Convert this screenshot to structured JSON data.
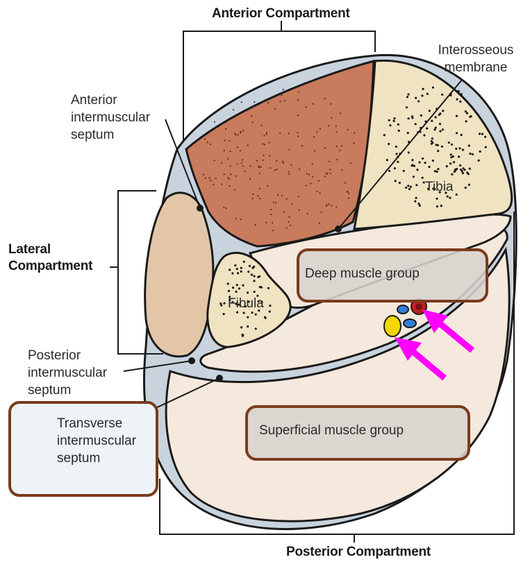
{
  "labels": {
    "anterior_compartment": "Anterior Compartment",
    "posterior_compartment": "Posterior Compartment",
    "lateral_compartment": "Lateral\nCompartment",
    "interosseous_membrane": "Interosseous\nmembrane",
    "anterior_septum": "Anterior\nintermuscular\nseptum",
    "posterior_septum": "Posterior\nintermuscular\nseptum",
    "transverse_septum": "Transverse\nintermuscular\nseptum",
    "tibia": "Tibia",
    "fibula": "Fibula"
  },
  "callouts": {
    "deep": "Deep muscle group",
    "superficial": "Superficial muscle group"
  },
  "colors": {
    "outline": "#1a1a1a",
    "septum_fill": "#c9d3de",
    "posterior_muscle": "#f5e8dc",
    "anterior_muscle": "#c97b5e",
    "lateral_muscle": "#e3c6a8",
    "bone": "#f0e3c2",
    "callout_border": "#7a3b1c",
    "arrow": "#ff00ff",
    "nerve": "#f2d800",
    "artery": "#c21f1f",
    "vein": "#2f7fd6"
  }
}
